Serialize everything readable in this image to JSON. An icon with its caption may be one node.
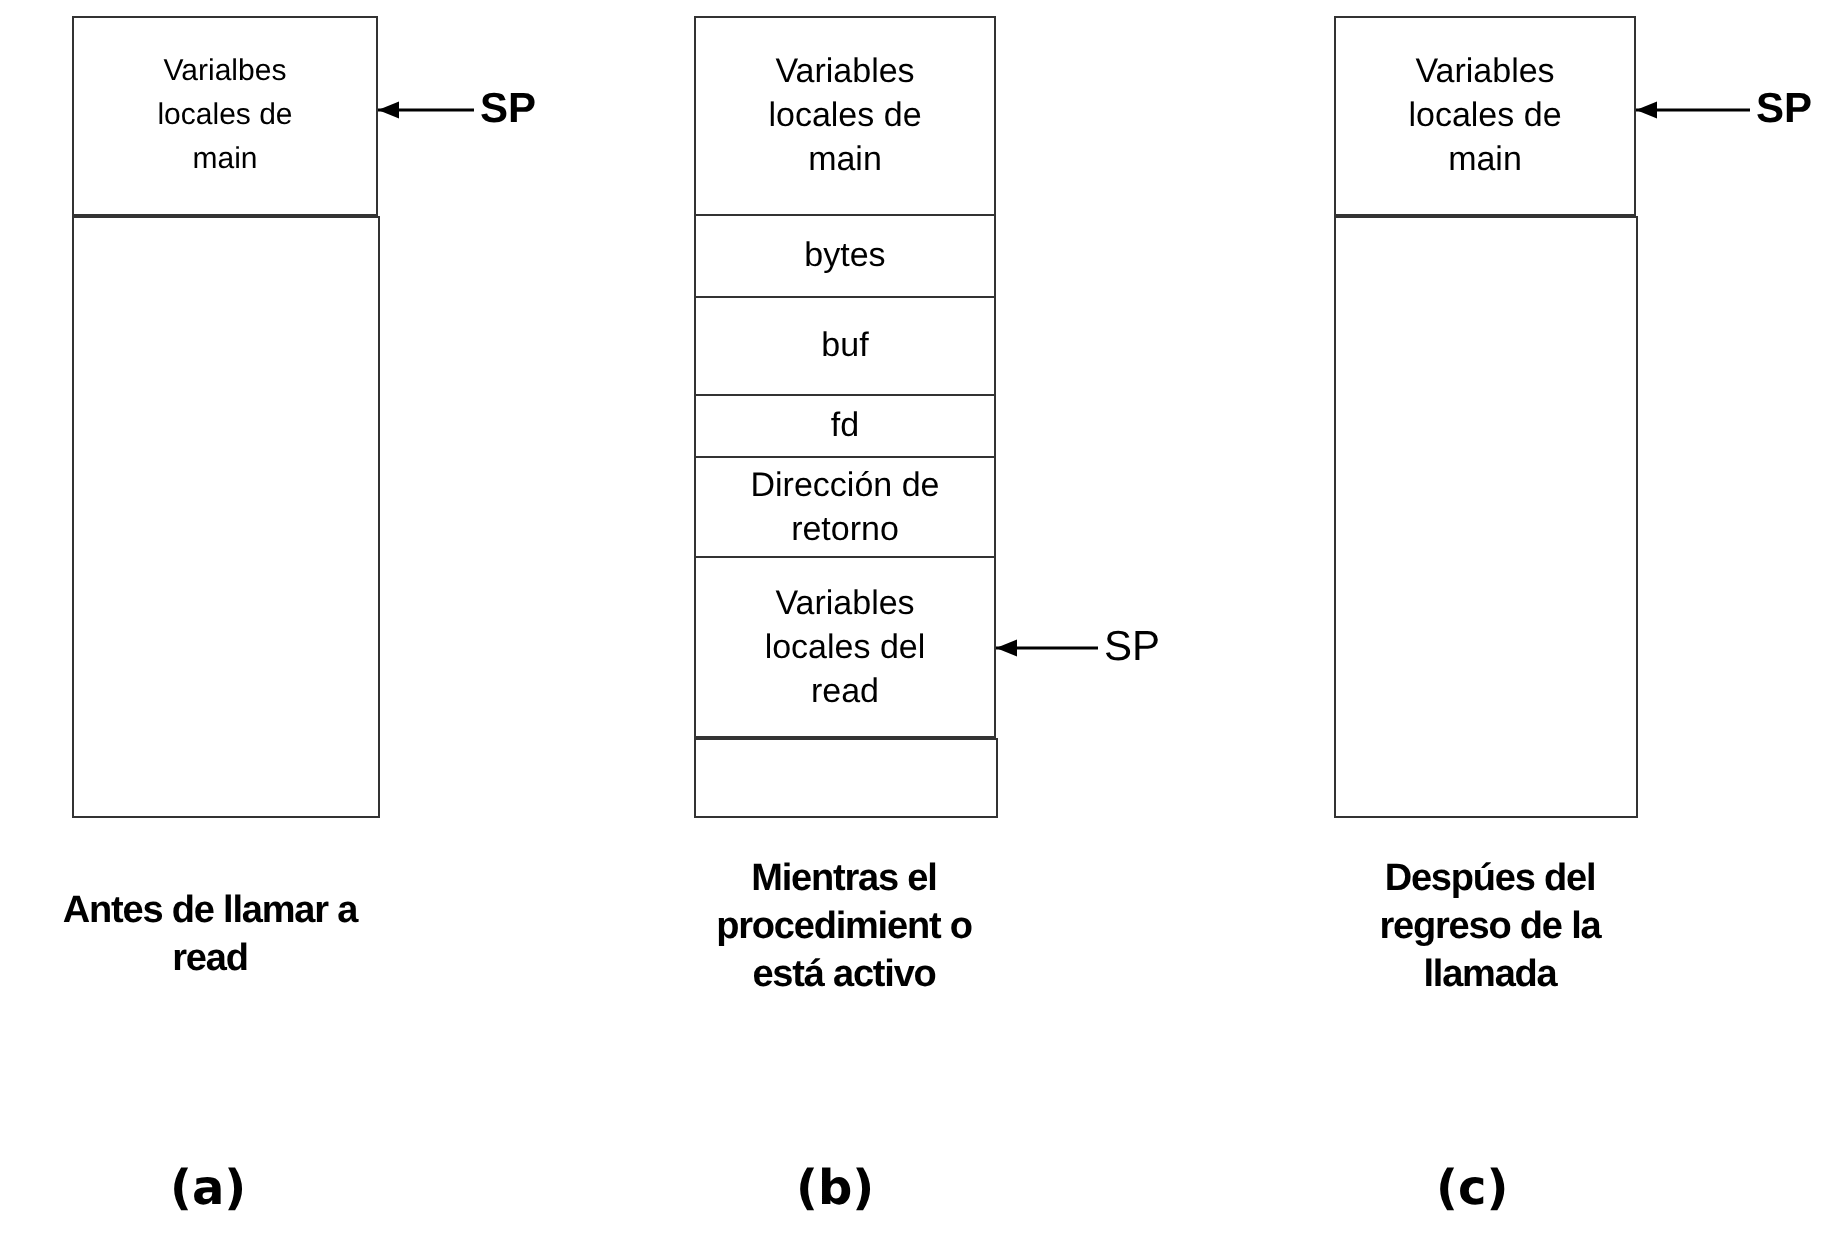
{
  "diagram": {
    "nodes": [
      {
        "text": [],
        "shape": "box"
      },
      {
        "text": [
          "Varialbes locales de main"
        ],
        "in": 0
      },
      {
        "text": [],
        "shape": "box",
        "in": 0
      },
      {
        "text": [
          "SP"
        ]
      },
      {
        "text": [],
        "shape": "box"
      },
      {
        "text": [
          "Variables locales de main"
        ],
        "in": 4
      },
      {
        "text": [
          "bytes"
        ],
        "in": 4
      },
      {
        "text": [
          "buf"
        ],
        "in": 4
      },
      {
        "text": [
          "fd"
        ],
        "in": 4
      },
      {
        "text": [
          "Dirección de retorno"
        ],
        "in": 4
      },
      {
        "text": [
          "Variables locales del read"
        ],
        "in": 4
      },
      {
        "text": [],
        "shape": "box",
        "in": 4
      },
      {
        "text": [
          "SP"
        ]
      },
      {
        "text": [],
        "shape": "box"
      },
      {
        "text": [
          "Variables locales de main"
        ],
        "in": 13
      },
      {
        "text": [],
        "shape": "box",
        "in": 13
      },
      {
        "text": [
          "SP"
        ]
      }
    ],
    "edges": [
      {
        "from": 3,
        "to": 1,
        "arrow": "to"
      },
      {
        "from": 12,
        "to": 10,
        "arrow": "to"
      },
      {
        "from": 16,
        "to": 14,
        "arrow": "to"
      }
    ],
    "labels": [
      "Antes de llamar a read",
      "Mientras el procedimient o está activo",
      "Despúes del regreso de la llamada",
      "(a)",
      "(b)",
      "(c)"
    ]
  }
}
